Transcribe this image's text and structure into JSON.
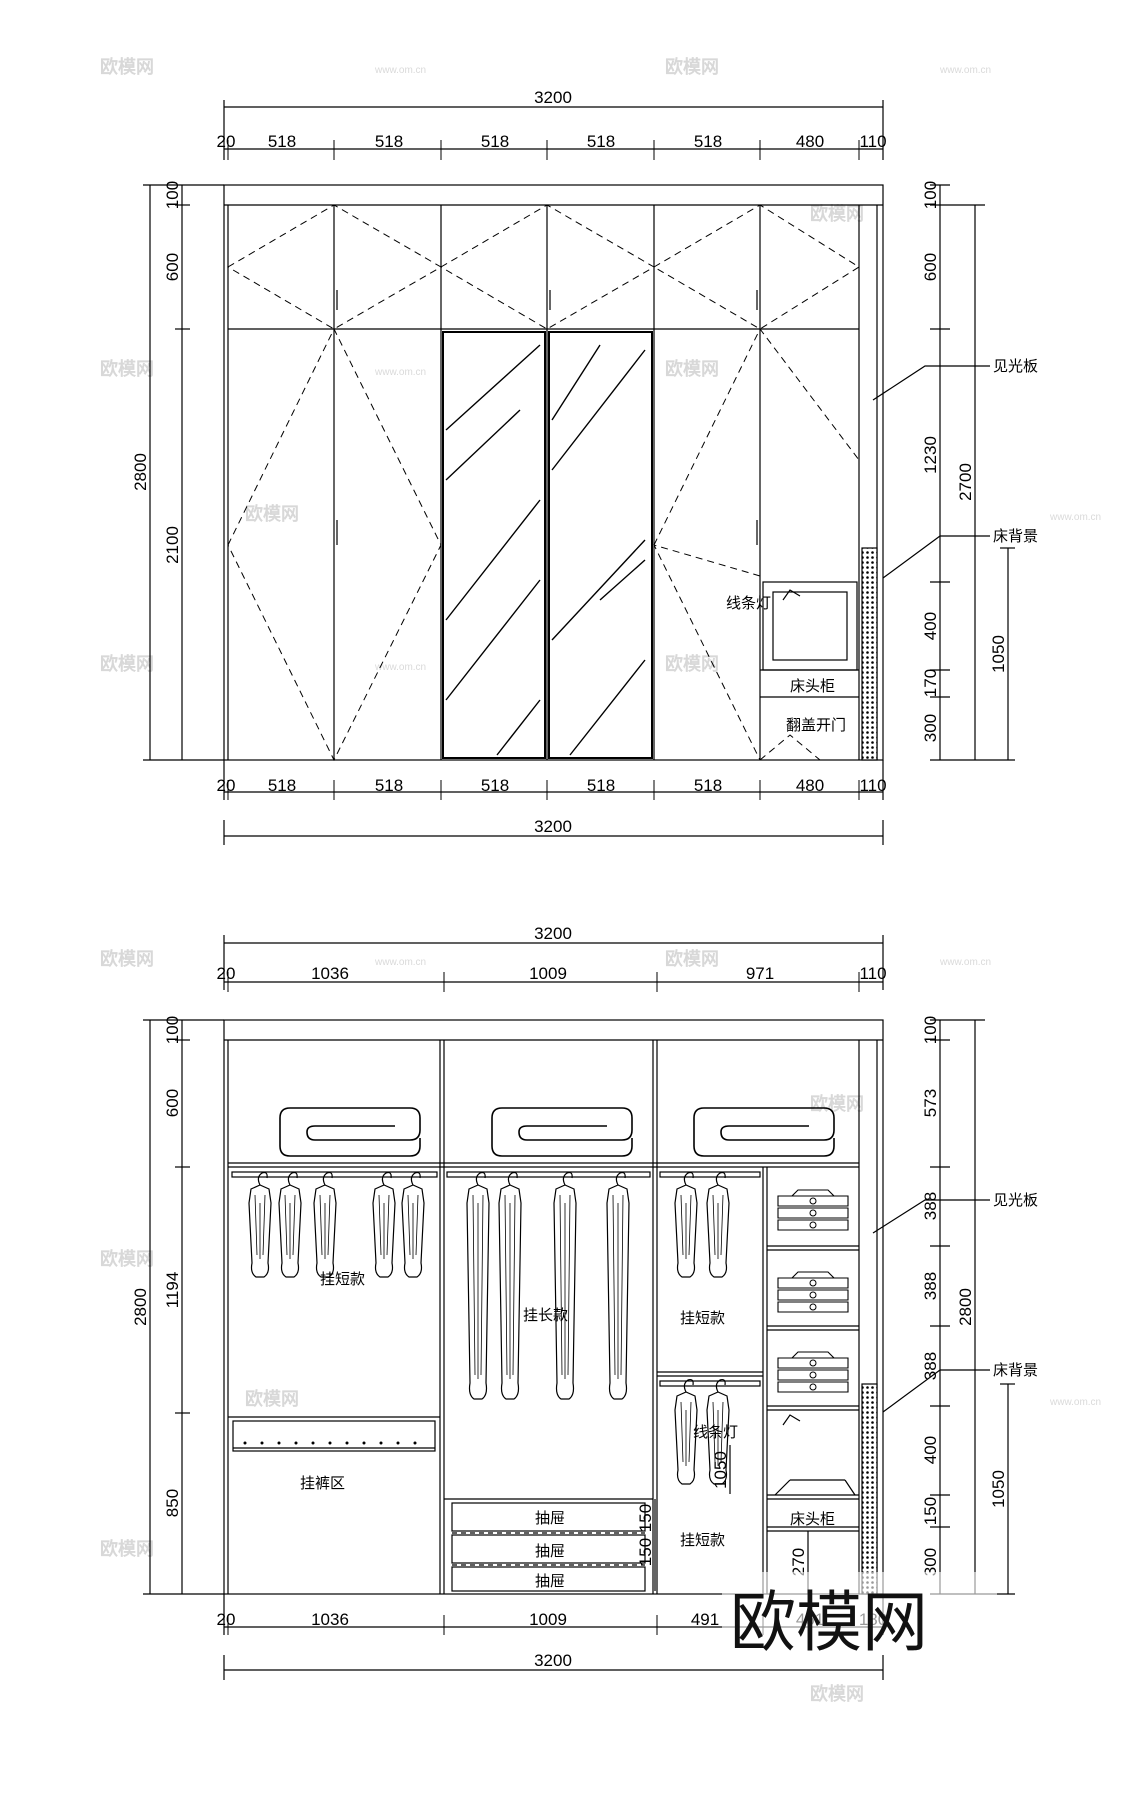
{
  "elevation_top": {
    "overall_width": "3200",
    "top_segments": [
      "20",
      "518",
      "518",
      "518",
      "518",
      "518",
      "480",
      "110"
    ],
    "bottom_segments": [
      "20",
      "518",
      "518",
      "518",
      "518",
      "518",
      "480",
      "110"
    ],
    "left_heights": [
      "100",
      "600",
      "2100"
    ],
    "left_total": "2800",
    "right_heights": [
      "100",
      "600",
      "1230",
      "400",
      "170",
      "300"
    ],
    "right_total_a": "2700",
    "right_total_b": "1050",
    "labels": {
      "light_panel": "见光板",
      "bed_back": "床背景",
      "strip_light": "线条灯",
      "nightstand": "床头柜",
      "flap_door": "翻盖开门"
    }
  },
  "elevation_bottom": {
    "overall_width": "3200",
    "top_segments": [
      "20",
      "1036",
      "1009",
      "971",
      "110"
    ],
    "bottom_segments": [
      "20",
      "1036",
      "1009",
      "491",
      "461",
      "180"
    ],
    "left_heights": [
      "100",
      "600",
      "1194",
      "850"
    ],
    "left_total": "2800",
    "right_heights": [
      "100",
      "573",
      "388",
      "388",
      "388",
      "400",
      "150",
      "300"
    ],
    "right_total_a": "2800",
    "right_total_b": "1050",
    "mid_heights": [
      "150",
      "150",
      "1050",
      "270"
    ],
    "labels": {
      "hang_short_1": "挂短款",
      "hang_long": "挂长款",
      "hang_short_2": "挂短款",
      "hang_short_3": "挂短款",
      "pants_area": "挂裤区",
      "drawer_1": "抽屉",
      "drawer_2": "抽屉",
      "drawer_3": "抽屉",
      "light_panel": "见光板",
      "bed_back": "床背景",
      "strip_light": "线条灯",
      "nightstand": "床头柜"
    }
  },
  "watermark": {
    "brand": "欧模网",
    "url": "www.om.cn"
  }
}
